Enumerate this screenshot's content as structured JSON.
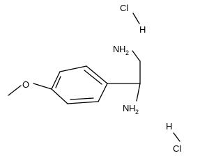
{
  "molecule": {
    "atoms": {
      "cl_top": "Cl",
      "h_top": "H",
      "nh2_top": {
        "main": "H",
        "sub": "2",
        "atom": "N"
      },
      "nh2_bottom": {
        "main": "H",
        "sub": "2",
        "atom": "N"
      },
      "oxygen": "O",
      "h_bottom": "H",
      "cl_bottom": "Cl"
    }
  }
}
